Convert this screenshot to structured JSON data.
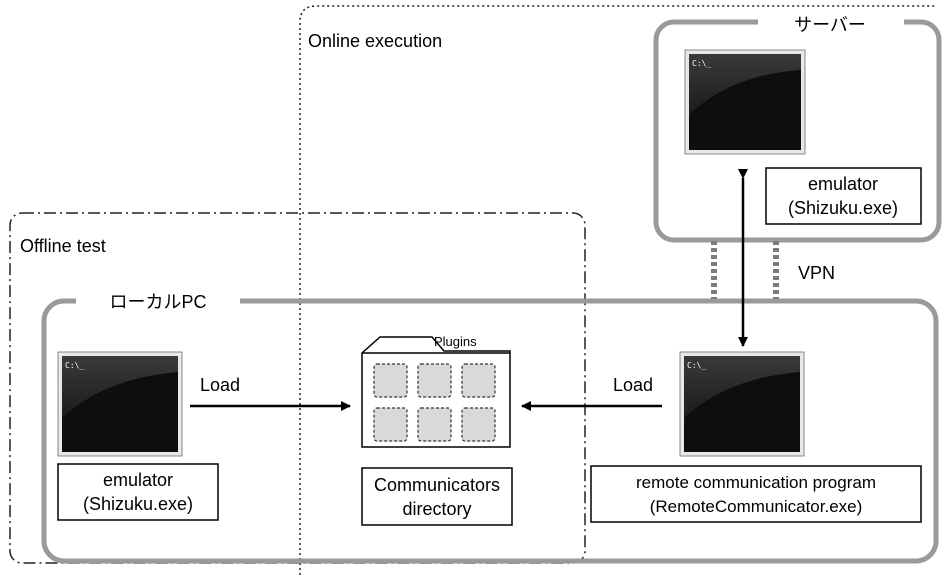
{
  "server": {
    "label": "サーバー"
  },
  "local_pc": {
    "label": "ローカルPC"
  },
  "regions": {
    "online": "Online execution",
    "offline": "Offline test"
  },
  "connection": {
    "vpn": "VPN"
  },
  "console_prompt": "C:\\_",
  "emulator_server": {
    "line1": "emulator",
    "line2": "(Shizuku.exe)"
  },
  "emulator_local": {
    "line1": "emulator",
    "line2": "(Shizuku.exe)"
  },
  "communicators_dir": {
    "line1": "Communicators",
    "line2": "directory",
    "tab": "Plugins"
  },
  "remote_program": {
    "line1": "remote communication program",
    "line2": "(RemoteCommunicator.exe)"
  },
  "arrows": {
    "load_left": "Load",
    "load_right": "Load"
  },
  "colors": {
    "box_border": "#9a9a9a",
    "dashed": "#222222",
    "fill_plugin": "#d9d9d9",
    "console_bg": "#141414"
  }
}
